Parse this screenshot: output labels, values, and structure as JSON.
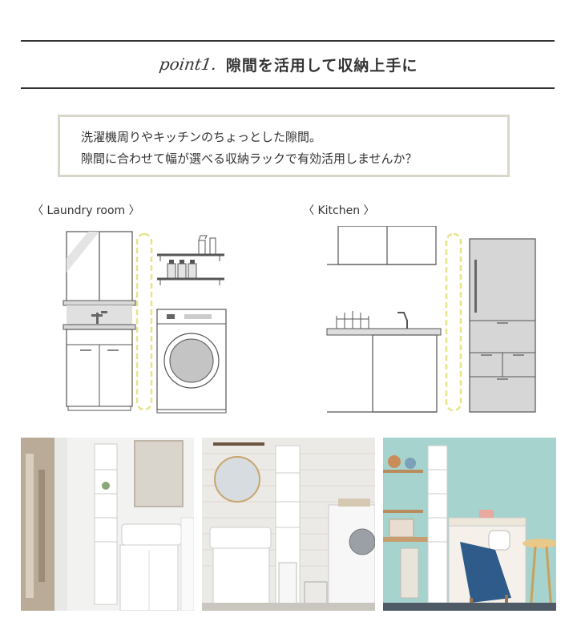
{
  "header": {
    "point_label": "point1.",
    "title": "隙間を活用して収納上手に"
  },
  "intro": {
    "line1": "洗濯機周りやキッチンのちょっとした隙間。",
    "line2": "隙間に合わせて幅が選べる収納ラックで有効活用しませんか？"
  },
  "illustrations": {
    "laundry_label": "〈 Laundry room 〉",
    "kitchen_label": "〈 Kitchen 〉",
    "gap_marker_color": "#e6e38a"
  },
  "photos": [
    {
      "scene": "washbasin-with-slim-rack"
    },
    {
      "scene": "washroom-with-slim-rack"
    },
    {
      "scene": "kitchen-with-slim-rack"
    }
  ]
}
